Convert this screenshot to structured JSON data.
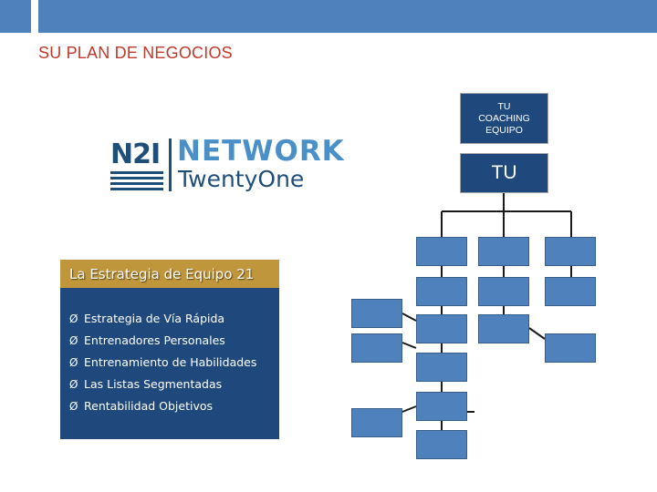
{
  "slide": {
    "title": "SU PLAN DE NEGOCIOS",
    "accent_color": "#4f81bd",
    "title_color": "#c0392b"
  },
  "logo": {
    "brand_mark": "N2I",
    "name_line1": "NETWORK",
    "name_line2": "TwentyOne"
  },
  "strategy_panel": {
    "header": "La Estrategia de Equipo 21",
    "header_color": "#c0963c",
    "body_color": "#1f497d",
    "bullet_glyph": "Ø",
    "items": [
      "Estrategia de Vía Rápida",
      "Entrenadores Personales",
      "Entrenamiento de Habilidades",
      "Las Listas Segmentadas",
      "Rentabilidad Objetivos"
    ]
  },
  "org_chart": {
    "top_box_lines": [
      "TU",
      "COACHING",
      "EQUIPO"
    ],
    "you_box_label": "TU",
    "node_color": "#4f81bd",
    "dark_box_color": "#1f497d"
  }
}
